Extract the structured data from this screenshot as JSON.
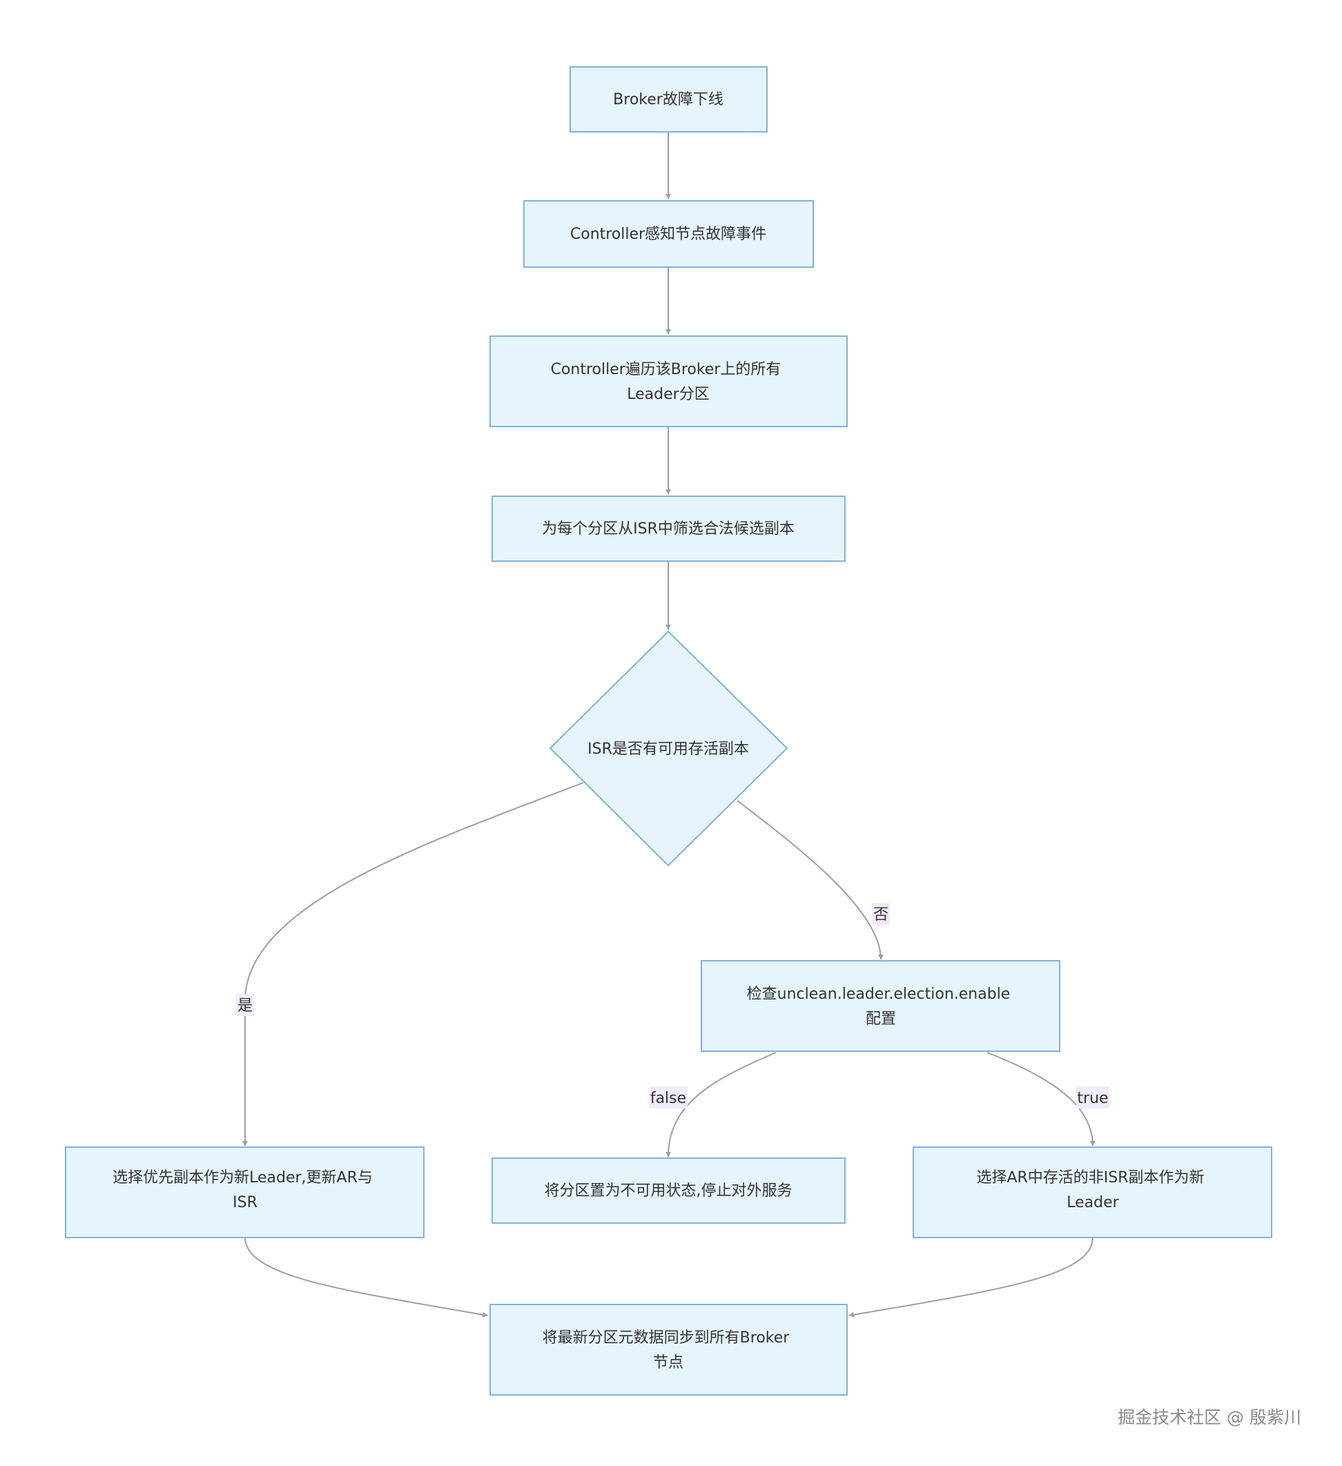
{
  "nodes": {
    "n1": {
      "lines": [
        "Broker故障下线"
      ]
    },
    "n2": {
      "lines": [
        "Controller感知节点故障事件"
      ]
    },
    "n3": {
      "lines": [
        "Controller遍历该Broker上的所有",
        "Leader分区"
      ]
    },
    "n4": {
      "lines": [
        "为每个分区从ISR中筛选合法候选副本"
      ]
    },
    "n5": {
      "lines": [
        "ISR是否有可用存活副本"
      ]
    },
    "n6": {
      "lines": [
        "检查unclean.leader.election.enable",
        "配置"
      ]
    },
    "n7": {
      "lines": [
        "选择优先副本作为新Leader,更新AR与",
        "ISR"
      ]
    },
    "n8": {
      "lines": [
        "将分区置为不可用状态,停止对外服务"
      ]
    },
    "n9": {
      "lines": [
        "选择AR中存活的非ISR副本作为新",
        "Leader"
      ]
    },
    "n10": {
      "lines": [
        "将最新分区元数据同步到所有Broker",
        "节点"
      ]
    }
  },
  "edges": {
    "yes_label": "是",
    "no_label": "否",
    "false_label": "false",
    "true_label": "true"
  },
  "colors": {
    "node_fill": "#e6f4fd",
    "node_stroke": "#7fb2de",
    "edge": "#9e9e9e",
    "label_bg": "#f2ebfa"
  },
  "watermark": "掘金技术社区 @ 殷紫川"
}
